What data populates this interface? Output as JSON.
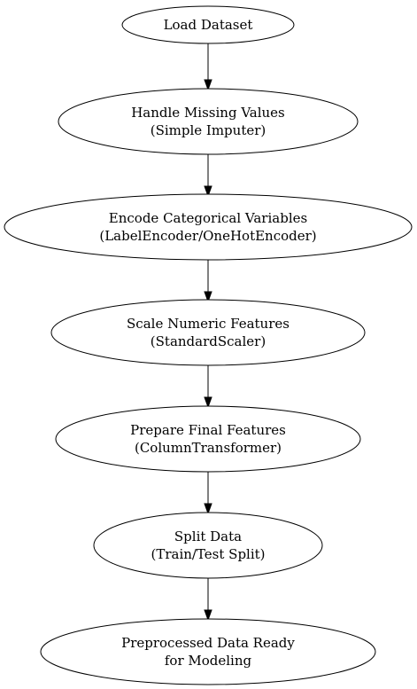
{
  "nodes": [
    {
      "id": "load",
      "lines": [
        "Load Dataset"
      ]
    },
    {
      "id": "missing",
      "lines": [
        "Handle Missing Values",
        "(Simple Imputer)"
      ]
    },
    {
      "id": "encode",
      "lines": [
        "Encode Categorical Variables",
        "(LabelEncoder/OneHotEncoder)"
      ]
    },
    {
      "id": "scale",
      "lines": [
        "Scale Numeric Features",
        "(StandardScaler)"
      ]
    },
    {
      "id": "prepare",
      "lines": [
        "Prepare Final Features",
        "(ColumnTransformer)"
      ]
    },
    {
      "id": "split",
      "lines": [
        "Split Data",
        "(Train/Test Split)"
      ]
    },
    {
      "id": "ready",
      "lines": [
        "Preprocessed Data Ready",
        "for Modeling"
      ]
    }
  ],
  "edges": [
    {
      "from": "load",
      "to": "missing"
    },
    {
      "from": "missing",
      "to": "encode"
    },
    {
      "from": "encode",
      "to": "scale"
    },
    {
      "from": "scale",
      "to": "prepare"
    },
    {
      "from": "prepare",
      "to": "split"
    },
    {
      "from": "split",
      "to": "ready"
    }
  ]
}
